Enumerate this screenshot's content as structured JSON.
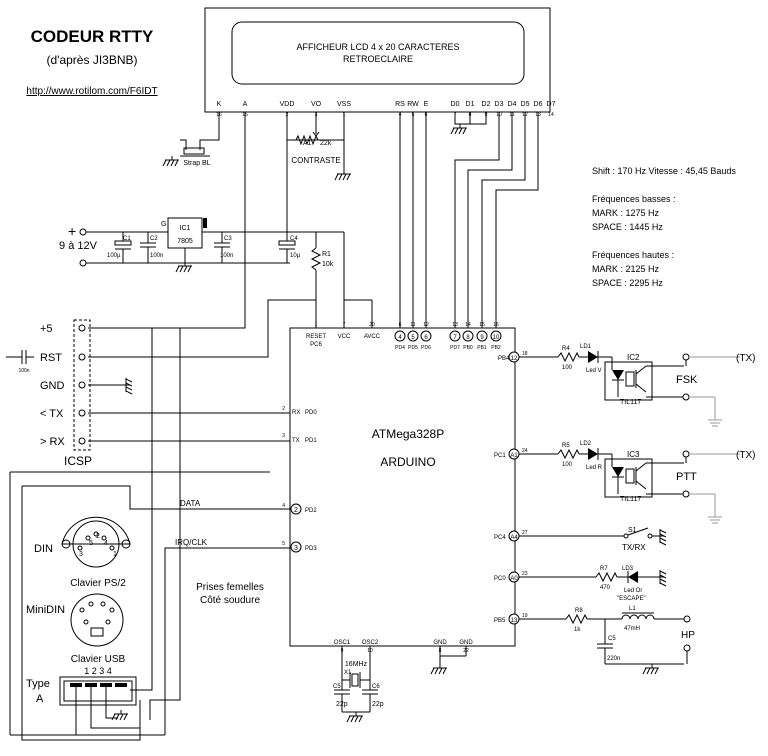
{
  "header": {
    "title": "CODEUR  RTTY",
    "subtitle": "(d'après JI3BNB)",
    "url": "http://www.rotilom.com/F6IDT"
  },
  "lcd": {
    "line1": "AFFICHEUR LCD 4 x 20 CARACTERES",
    "line2": "RETROECLAIRE",
    "pins": [
      {
        "name": "K",
        "num": "16"
      },
      {
        "name": "A",
        "num": "15"
      },
      {
        "name": "VDD",
        "num": "2"
      },
      {
        "name": "VO",
        "num": "3"
      },
      {
        "name": "VSS",
        "num": "1"
      },
      {
        "name": "RS",
        "num": "4"
      },
      {
        "name": "RW",
        "num": "5"
      },
      {
        "name": "E",
        "num": "6"
      },
      {
        "name": "D0",
        "num": "7"
      },
      {
        "name": "D1",
        "num": "8"
      },
      {
        "name": "D2",
        "num": "9"
      },
      {
        "name": "D3",
        "num": "10"
      },
      {
        "name": "D4",
        "num": "11"
      },
      {
        "name": "D5",
        "num": "12"
      },
      {
        "name": "D6",
        "num": "13"
      },
      {
        "name": "D7",
        "num": "14"
      }
    ]
  },
  "specs": {
    "shift": "Shift : 170 Hz   Vitesse : 45,45 Bauds",
    "low_title": "Fréquences basses :",
    "low_mark": "MARK :  1275 Hz",
    "low_space": "SPACE :  1445 Hz",
    "high_title": "Fréquences hautes :",
    "high_mark": "MARK :  2125 Hz",
    "high_space": "SPACE :  2295 Hz"
  },
  "power": {
    "plus": "+",
    "voltage": "9 à 12V",
    "ic1": "IC1",
    "ic1_part": "7805",
    "c1": "C1",
    "c1_val": "100µ",
    "c2": "C2",
    "c2_val": "100n",
    "c3": "C3",
    "c3_val": "100n",
    "c4": "C4",
    "c4_val": "10µ",
    "r1": "R1",
    "r1_val": "10k",
    "a1": "A1",
    "a1_val": "22k",
    "contraste": "CONTRASTE",
    "strap": "Strap BL"
  },
  "mcu": {
    "name": "ATMega328P",
    "name2": "ARDUINO",
    "pin_reset": "RESET",
    "pin_pc6": "PC6",
    "pin_vcc": "VCC",
    "pin_avcc": "AVCC",
    "top_pins": [
      {
        "num": "6",
        "port": "PD4",
        "ard": "4"
      },
      {
        "num": "11",
        "port": "PD5",
        "ard": "5"
      },
      {
        "num": "12",
        "port": "PD6",
        "ard": "6"
      },
      {
        "num": "13",
        "port": "PD7",
        "ard": "7"
      },
      {
        "num": "14",
        "port": "PB0",
        "ard": "8"
      },
      {
        "num": "15",
        "port": "PB1",
        "ard": "9"
      },
      {
        "num": "16",
        "port": "PB2",
        "ard": "10"
      }
    ],
    "rx": "RX",
    "pd0": "PD0",
    "tx": "TX",
    "pd1": "PD1",
    "pd2": "PD2",
    "pd3": "PD3",
    "d2": "2",
    "d3": "3",
    "osc1": "OSC1",
    "osc2": "OSC2",
    "gnd1": "GND",
    "gnd2": "GND",
    "pb4": "PB4",
    "a12": "12",
    "pc1": "PC1",
    "a1": "A1",
    "pc4": "PC4",
    "a4": "A4",
    "pc0": "PC0",
    "a0": "A0",
    "pb5": "PB5",
    "a13": "13"
  },
  "icsp": {
    "title": "ICSP",
    "labels": [
      "+5",
      "RST",
      "GND",
      "< TX",
      "> RX"
    ],
    "cap": "100n"
  },
  "left": {
    "data": "DATA",
    "irq": "IRQ/CLK",
    "din": "DIN",
    "ps2": "Clavier PS/2",
    "minidin": "MiniDIN",
    "usb": "Clavier USB",
    "usb_pins": "1  2  3  4",
    "type": "Type",
    "type_a": "A",
    "prises1": "Prises femelles",
    "prises2": "Côté soudure"
  },
  "outputs": {
    "r4": "R4",
    "r4_val": "100",
    "ld1": "LD1",
    "ld1_name": "Led V",
    "ic2": "IC2",
    "ic2_part": "TIL117",
    "fsk": "FSK",
    "tx": "(TX)",
    "r5": "R5",
    "r5_val": "100",
    "ld2": "LD2",
    "ld2_name": "Led R",
    "ic3": "IC3",
    "ic3_part": "TIL117",
    "ptt": "PTT",
    "tx2": "(TX)",
    "s1": "S1",
    "s1_name": "TX/RX",
    "r7": "R7",
    "r7_val": "470",
    "ld3": "LD3",
    "ld3_name": "Led Or",
    "escape": "\"ESCAPE\"",
    "r8": "R8",
    "r8_val": "1k",
    "l1": "L1",
    "l1_val": "47mH",
    "c5": "C5",
    "c5_val": "220n",
    "hp": "HP"
  },
  "crystal": {
    "x1": "X1",
    "freq": "16MHz",
    "c5": "C5",
    "c6": "C6",
    "c5_val": "22p",
    "c6_val": "22p"
  }
}
